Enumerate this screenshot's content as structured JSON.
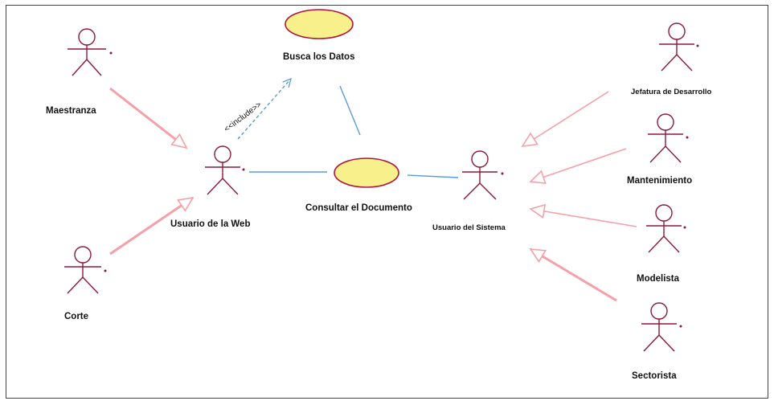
{
  "actors": {
    "maestranza": "Maestranza",
    "corte": "Corte",
    "usuario_web": "Usuario de la Web",
    "usuario_sistema": "Usuario del Sistema",
    "jefatura": "Jefatura de Desarrollo",
    "mantenimiento": "Mantenimiento",
    "modelista": "Modelista",
    "sectorista": "Sectorista"
  },
  "use_cases": {
    "busca": "Busca los Datos",
    "consultar": "Consultar el Documento"
  },
  "relations": {
    "include": "<<include>>"
  },
  "colors": {
    "actor_stroke": "#8b1a3a",
    "usecase_fill": "#f8f08a",
    "usecase_stroke": "#b0143c",
    "generalization": "#f5a0a8",
    "association": "#5b9bd5"
  }
}
